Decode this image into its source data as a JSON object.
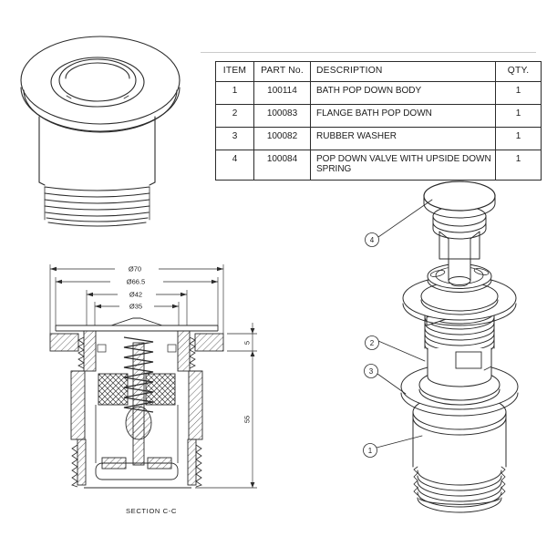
{
  "parts_table": {
    "headers": {
      "item": "ITEM",
      "part_no": "PART No.",
      "description": "DESCRIPTION",
      "qty": "QTY."
    },
    "rows": [
      {
        "item": "1",
        "part_no": "100114",
        "description": "BATH POP DOWN BODY",
        "qty": "1"
      },
      {
        "item": "2",
        "part_no": "100083",
        "description": "FLANGE BATH POP DOWN",
        "qty": "1"
      },
      {
        "item": "3",
        "part_no": "100082",
        "description": "RUBBER WASHER",
        "qty": "1"
      },
      {
        "item": "4",
        "part_no": "100084",
        "description": "POP DOWN VALVE WITH UPSIDE DOWN SPRING",
        "qty": "1"
      }
    ]
  },
  "section_view": {
    "dim_labels": [
      "Ø70",
      "Ø66.5",
      "Ø42",
      "Ø35"
    ],
    "thickness_label": "5",
    "height_label": "55",
    "caption": "SECTION C-C"
  },
  "exploded_view": {
    "callouts": [
      {
        "num": "4"
      },
      {
        "num": "2"
      },
      {
        "num": "3"
      },
      {
        "num": "1"
      }
    ]
  },
  "colors": {
    "line": "#2b2b2b",
    "background": "#ffffff"
  }
}
